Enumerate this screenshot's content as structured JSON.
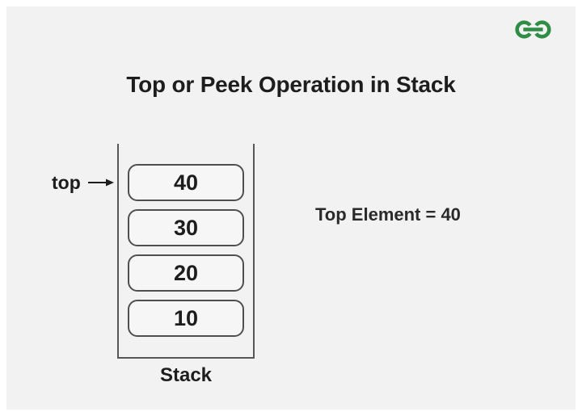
{
  "header": {
    "title": "Top or Peek Operation in Stack",
    "logo_name": "GeeksforGeeks logo",
    "logo_color": "#2f8d46"
  },
  "diagram": {
    "pointer_label": "top",
    "container_label": "Stack",
    "elements": [
      "40",
      "30",
      "20",
      "10"
    ],
    "annotation": "Top Element = 40"
  },
  "colors": {
    "background": "#f2f2f2",
    "frame_border": "#ffffff",
    "stroke_gray": "#575757",
    "text": "#1d1d1d",
    "logo_green": "#2f8d46"
  }
}
